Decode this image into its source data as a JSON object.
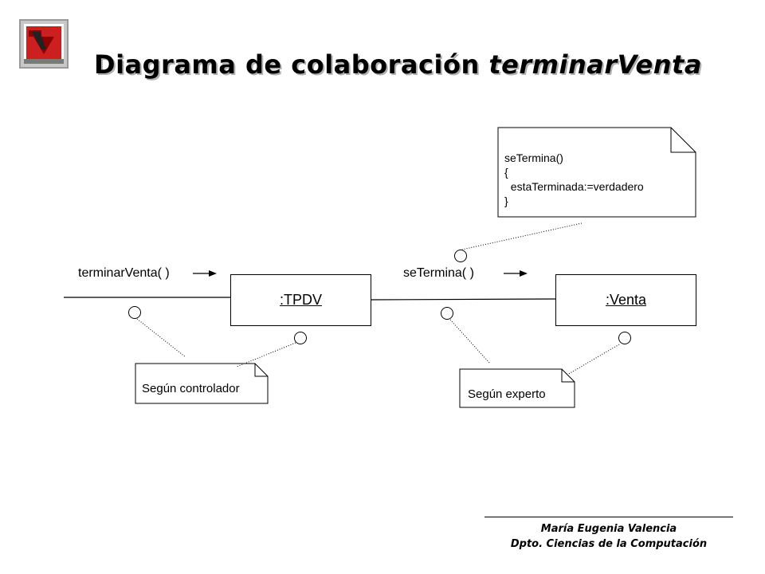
{
  "title": {
    "plain": "Diagrama de colaboración ",
    "italic": "terminarVenta"
  },
  "objects": {
    "tpdv": ":TPDV",
    "venta": ":Venta"
  },
  "messages": {
    "terminar_venta": "terminarVenta( )",
    "se_termina": "seTermina( )"
  },
  "notes": {
    "code": "seTermina()\n{\n  estaTerminada:=verdadero\n}",
    "controlador": "Según controlador",
    "experto": "Según experto"
  },
  "footer": {
    "author": "María Eugenia Valencia",
    "department": "Dpto. Ciencias de la Computación"
  }
}
